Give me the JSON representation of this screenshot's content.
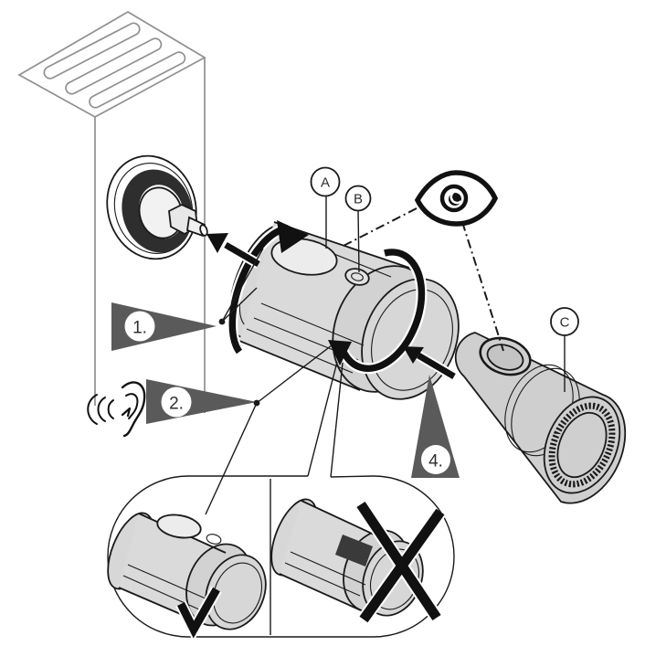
{
  "figure": {
    "kind": "thermostat-actuator-installation-diagram",
    "labels": {
      "a": "A",
      "b": "B",
      "c": "C"
    },
    "steps": {
      "s1": "1.",
      "s2": "2.",
      "s4": "4."
    },
    "icons": [
      "eye-icon",
      "ear-icon",
      "checkmark-icon",
      "cross-icon"
    ],
    "views": {
      "left": "correct-orientation",
      "right": "wrong-orientation"
    },
    "colors": {
      "outline": "#1a1a1a",
      "radiator_line": "#909090",
      "part_fill": "#d7d7d7",
      "part_fill_mid": "#dadada",
      "part_fill_light": "#ececec",
      "knurl_dark": "#2e2e2e",
      "patch_dark": "#3a3a3a",
      "step_triangle": "#5a5a5a",
      "mark_black": "#111111"
    }
  }
}
